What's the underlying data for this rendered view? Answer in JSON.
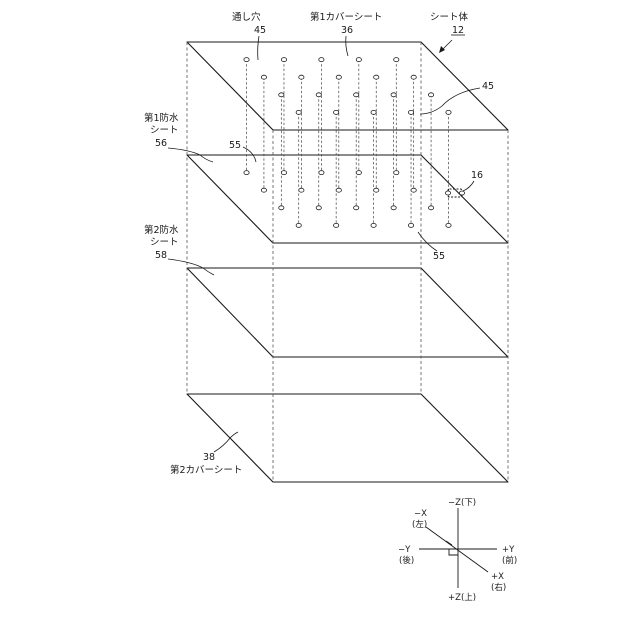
{
  "labels": {
    "through_hole": "通し穴",
    "through_hole_top_ref": "45",
    "first_cover_sheet": "第1カバーシート",
    "first_cover_sheet_ref": "36",
    "sheet_body": "シート体",
    "sheet_body_ref": "12",
    "through_hole_right_ref": "45",
    "first_waterproof_line1": "第1防水",
    "first_waterproof_line2": "シート",
    "first_waterproof_ref": "56",
    "seal_left_ref": "55",
    "component_ref": "16",
    "seal_right_ref": "55",
    "second_waterproof_line1": "第2防水",
    "second_waterproof_line2": "シート",
    "second_waterproof_ref": "58",
    "second_cover_ref": "38",
    "second_cover_sheet": "第2カバーシート"
  },
  "axes": {
    "minus_z": "−Z(下)",
    "minus_x_line1": "−X",
    "minus_x_line2": "(左)",
    "minus_y_line1": "−Y",
    "minus_y_line2": "(後)",
    "plus_y_line1": "+Y",
    "plus_y_line2": "(前)",
    "plus_x_line1": "+X",
    "plus_x_line2": "(右)",
    "plus_z": "+Z(上)"
  }
}
